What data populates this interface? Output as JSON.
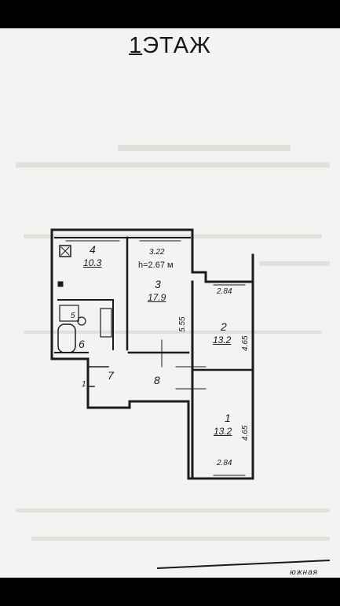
{
  "floor_title": {
    "number": "1",
    "text": "ЭТАЖ"
  },
  "rooms": [
    {
      "id": "1",
      "area": "13.2",
      "width": "2.84",
      "length": "4.65"
    },
    {
      "id": "2",
      "area": "13.2",
      "width": "2.84",
      "length": "4.65"
    },
    {
      "id": "3",
      "area": "17.9",
      "width": "3.22",
      "length": "5.55",
      "height": "h=2.67 м"
    },
    {
      "id": "4",
      "area": "10.3"
    },
    {
      "id": "5"
    },
    {
      "id": "6"
    },
    {
      "id": "7"
    },
    {
      "id": "8"
    }
  ],
  "entrance_label": "1",
  "bottom_note": "южная"
}
